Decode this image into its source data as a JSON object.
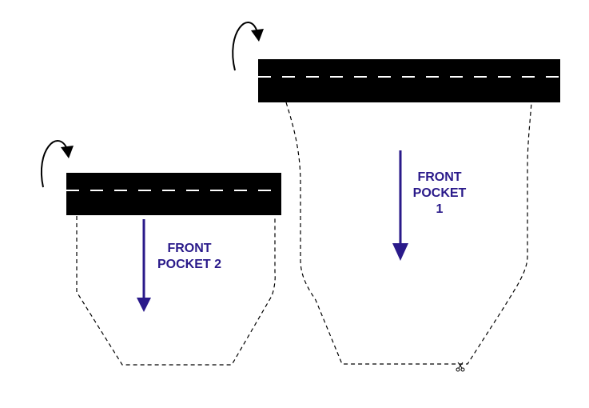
{
  "pieces": [
    {
      "name": "front-pocket-1",
      "label_lines": [
        "FRONT",
        "POCKET",
        "1"
      ]
    },
    {
      "name": "front-pocket-2",
      "label_lines": [
        "FRONT",
        "POCKET 2"
      ]
    }
  ],
  "colors": {
    "waistband": "#000000",
    "stitch": "#ffffff",
    "grainline": "#2a1a8a",
    "label": "#2a1a8a",
    "cut_line": "#000000"
  },
  "icons": [
    "fold-arrow-icon",
    "fold-arrow-icon",
    "scissors-icon"
  ]
}
